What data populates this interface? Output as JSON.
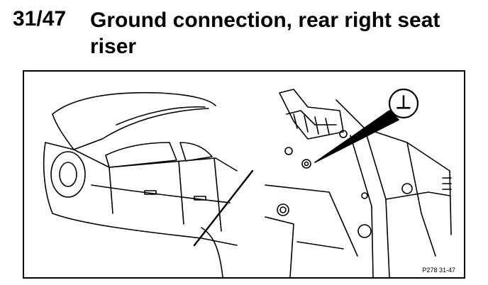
{
  "section": {
    "number": "31/47",
    "title": "Ground connection, rear right seat riser"
  },
  "figure": {
    "code": "P278 31-47",
    "callout_symbol": "⊥",
    "left_icon": "car-side-view-icon",
    "right_icon": "seat-riser-ground-point-icon"
  }
}
